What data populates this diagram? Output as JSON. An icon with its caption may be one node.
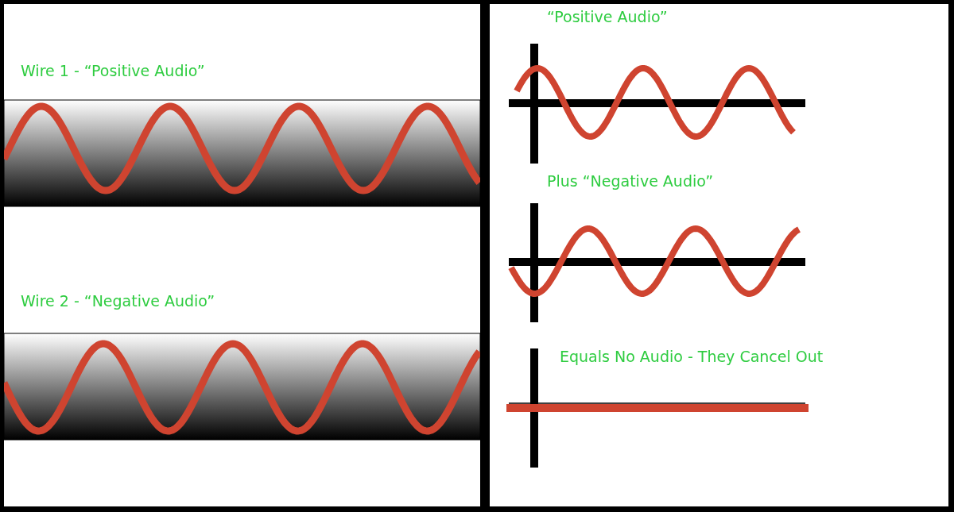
{
  "diagram": {
    "labels": [
      "Wire 1 - “Positive Audio”",
      "Wire 2 - “Negative Audio”",
      "“Positive Audio”",
      "Plus “Negative Audio”",
      "Equals No Audio - They Cancel Out"
    ]
  }
}
